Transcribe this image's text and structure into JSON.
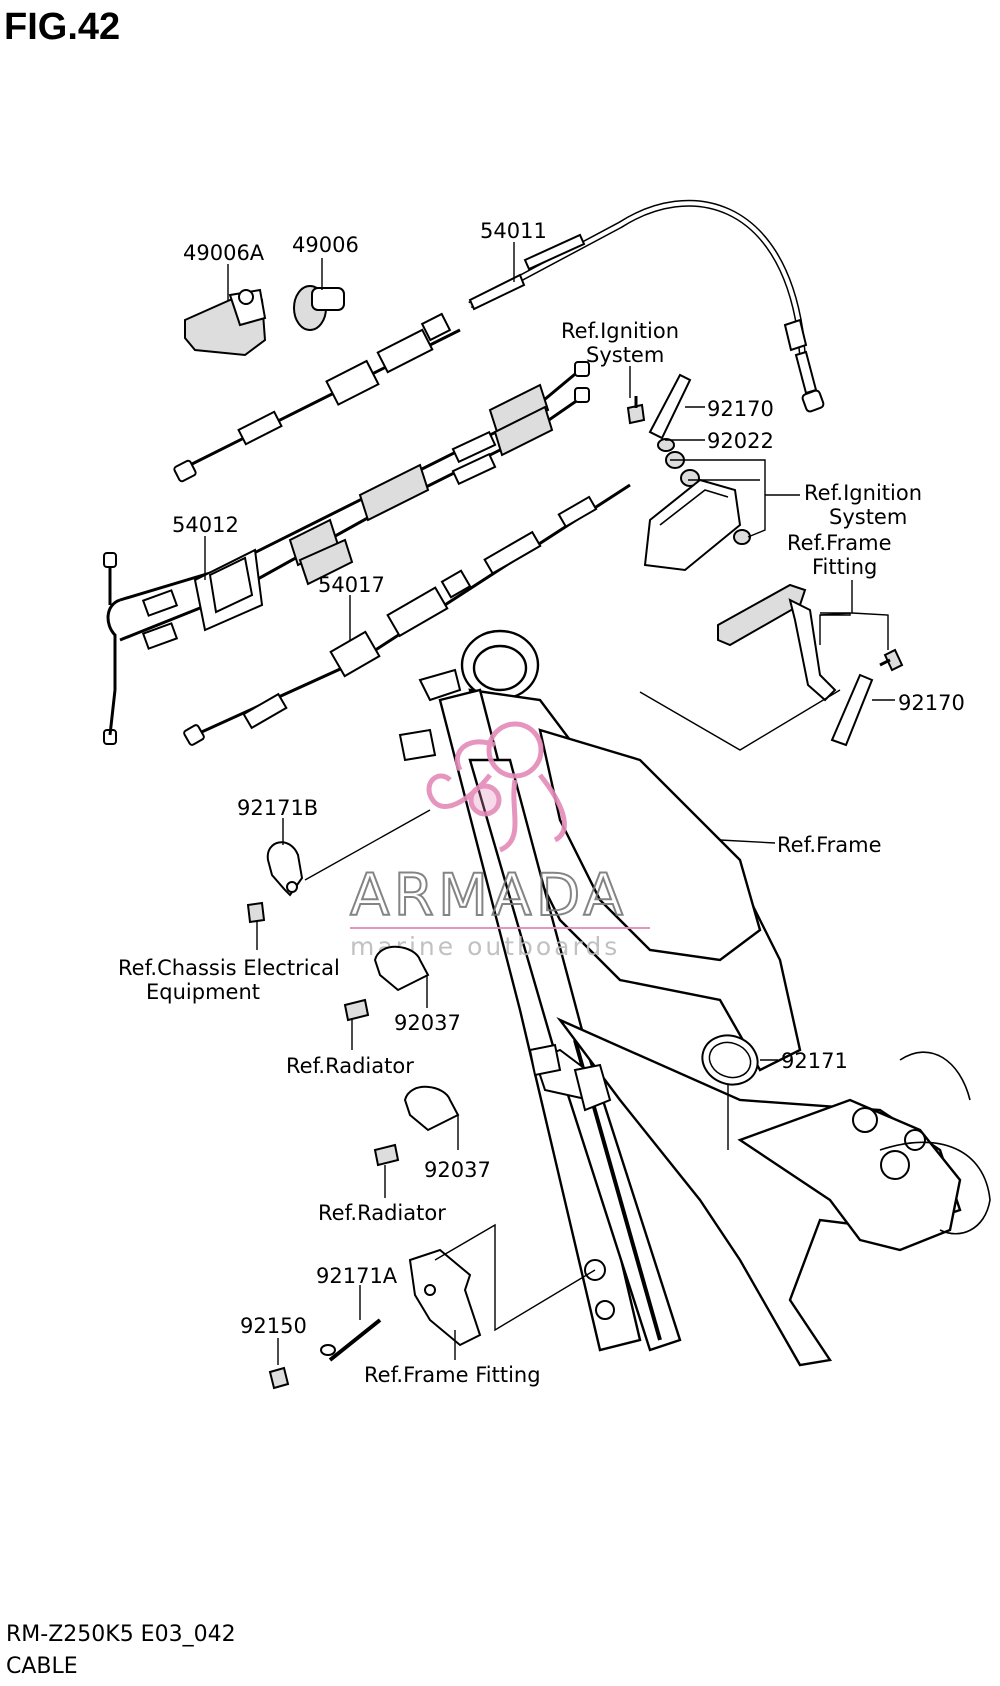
{
  "figure": {
    "title": "FIG.42",
    "model_code": "RM-Z250K5 E03_042",
    "caption": "CABLE"
  },
  "watermark": {
    "brand": "ARMADA",
    "tagline": "marine outboards",
    "logo": "octopus-logo",
    "color": "#e48ab8"
  },
  "labels": {
    "p49006A": "49006A",
    "p49006": "49006",
    "p54011": "54011",
    "p54012": "54012",
    "p54017": "54017",
    "p92170a": "92170",
    "p92022": "92022",
    "p92170b": "92170",
    "p92171B": "92171B",
    "p92037a": "92037",
    "p92037b": "92037",
    "p92171": "92171",
    "p92171A": "92171A",
    "p92150": "92150",
    "ref_ignition_1a": "Ref.Ignition",
    "ref_ignition_1b": "System",
    "ref_ignition_2a": "Ref.Ignition",
    "ref_ignition_2b": "System",
    "ref_frame_fitting_a": "Ref.Frame",
    "ref_frame_fitting_b": "Fitting",
    "ref_frame": "Ref.Frame",
    "ref_chassis_a": "Ref.Chassis Electrical",
    "ref_chassis_b": "Equipment",
    "ref_radiator_1": "Ref.Radiator",
    "ref_radiator_2": "Ref.Radiator",
    "ref_frame_fitting_2": "Ref.Frame Fitting"
  }
}
